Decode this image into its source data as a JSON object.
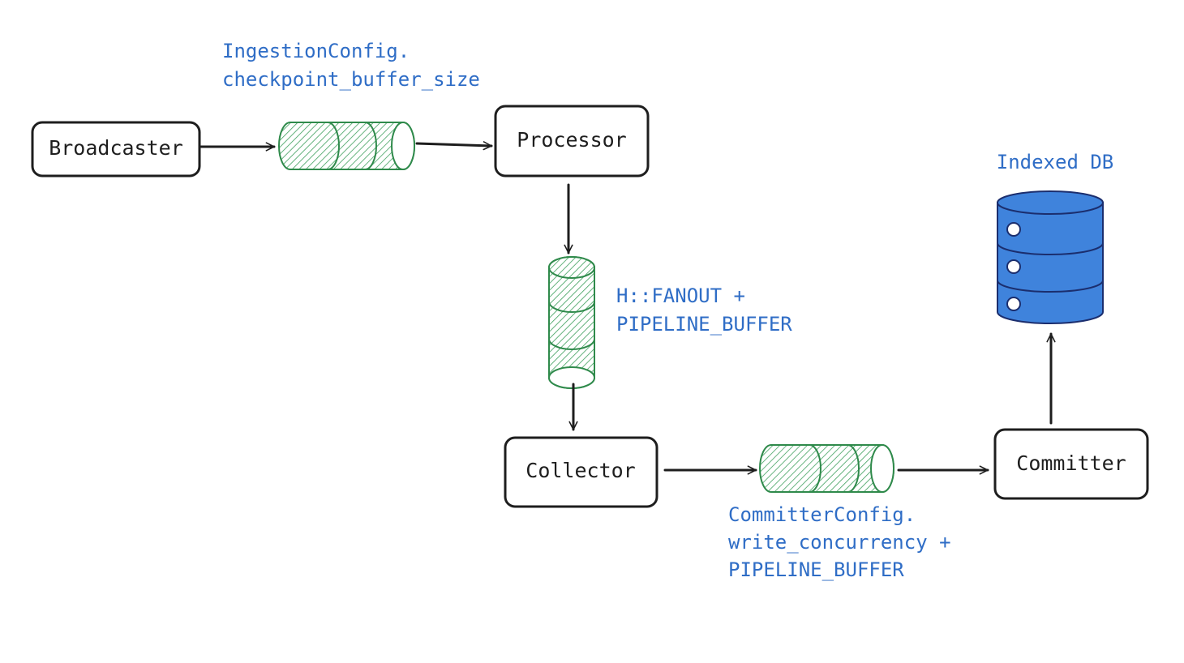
{
  "nodes": {
    "broadcaster": "Broadcaster",
    "processor": "Processor",
    "collector": "Collector",
    "committer": "Committer"
  },
  "database": {
    "label": "Indexed DB",
    "icon": "database-icon",
    "color": "#3f83dc"
  },
  "annotations": {
    "ingestion": [
      "IngestionConfig.",
      "checkpoint_buffer_size"
    ],
    "fanout": [
      "H::FANOUT +",
      "PIPELINE_BUFFER"
    ],
    "committer": [
      "CommitterConfig.",
      "write_concurrency +",
      "PIPELINE_BUFFER"
    ]
  },
  "colors": {
    "stroke": "#1e1e1e",
    "annotation": "#2f6dc6",
    "queue": "#2f8a4b"
  }
}
